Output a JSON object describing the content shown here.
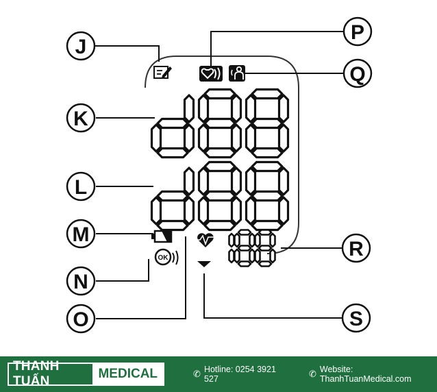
{
  "callouts": {
    "J": "J",
    "K": "K",
    "L": "L",
    "M": "M",
    "N": "N",
    "O": "O",
    "P": "P",
    "Q": "Q",
    "R": "R",
    "S": "S"
  },
  "icons": {
    "memo": "memo-icon",
    "heart_rhythm": "irregular-heartbeat-icon",
    "body_movement": "body-movement-icon",
    "battery": "battery-icon",
    "cuff_ok": "cuff-wrap-ok-icon",
    "pulse_heart": "pulse-heart-icon",
    "level_marker": "level-marker-icon"
  },
  "display": {
    "systolic_digits": "d88",
    "diastolic_digits": "d88",
    "pulse_digits": "188"
  },
  "footer": {
    "brand_left": "THANH TUẤN",
    "brand_right": "MEDICAL",
    "hotline": "Hotline: 0254 3921 527",
    "website": "Website: ThanhTuanMedical.com"
  },
  "colors": {
    "brand_green": "#1f6f3f",
    "line": "#111111",
    "background": "#ffffff"
  }
}
